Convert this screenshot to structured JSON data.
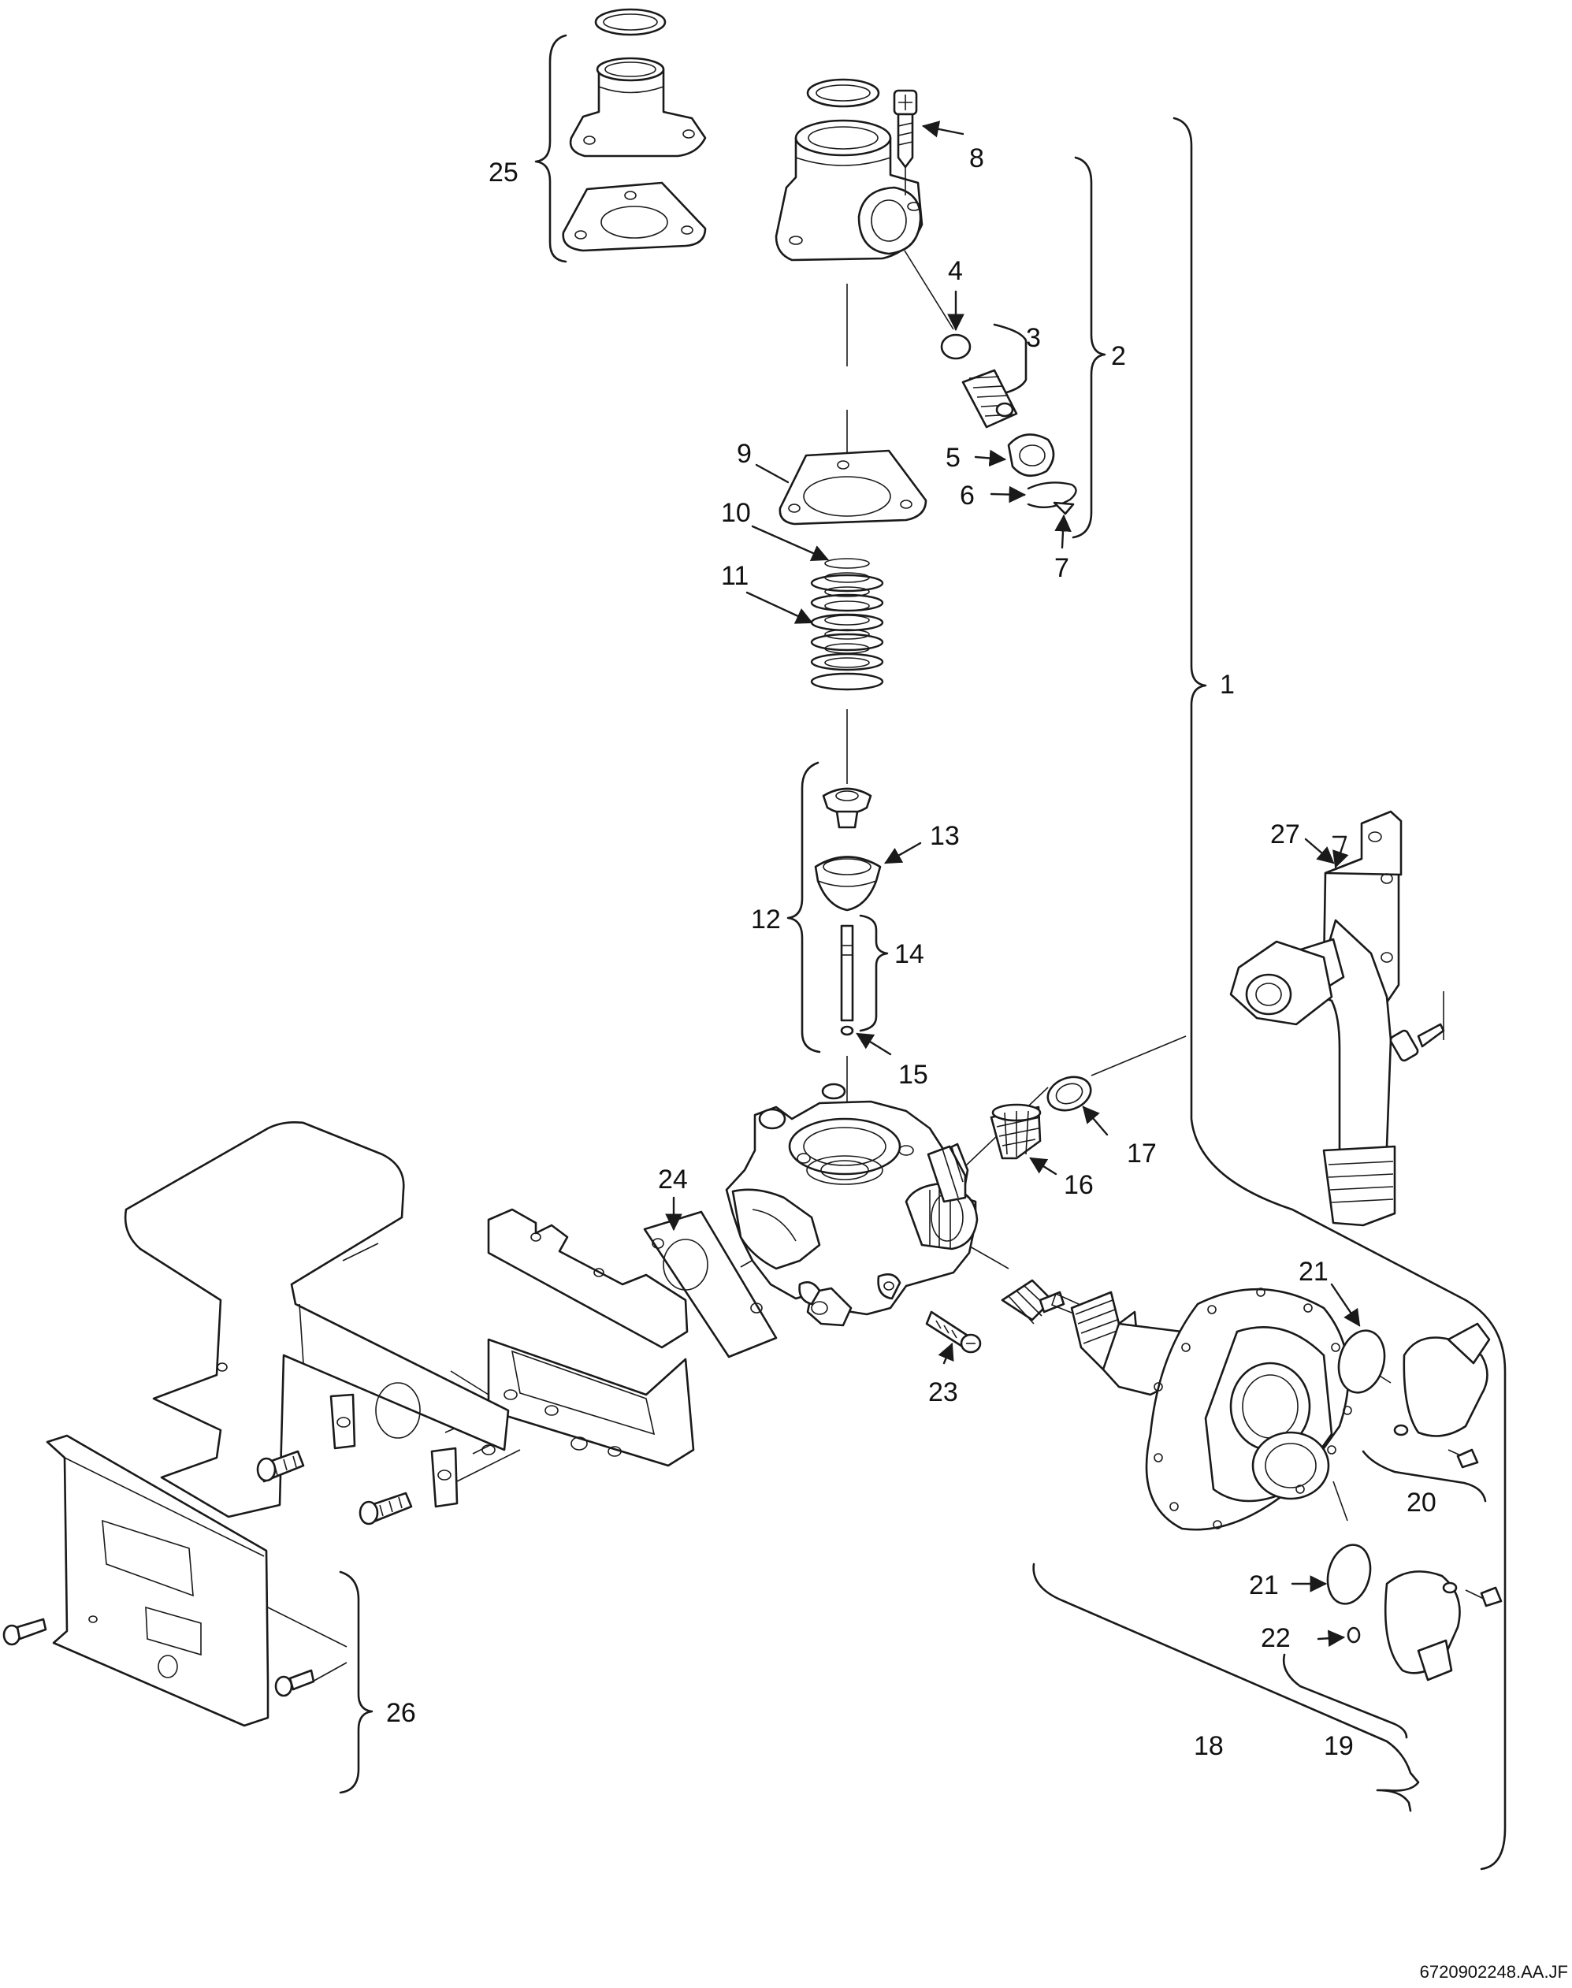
{
  "drawing": {
    "reference": "6720902248.AA.JF",
    "callouts": [
      "1",
      "2",
      "3",
      "4",
      "5",
      "6",
      "7",
      "8",
      "9",
      "10",
      "11",
      "12",
      "13",
      "14",
      "15",
      "16",
      "17",
      "18",
      "19",
      "20",
      "21",
      "21",
      "22",
      "23",
      "24",
      "25",
      "26",
      "27"
    ]
  }
}
